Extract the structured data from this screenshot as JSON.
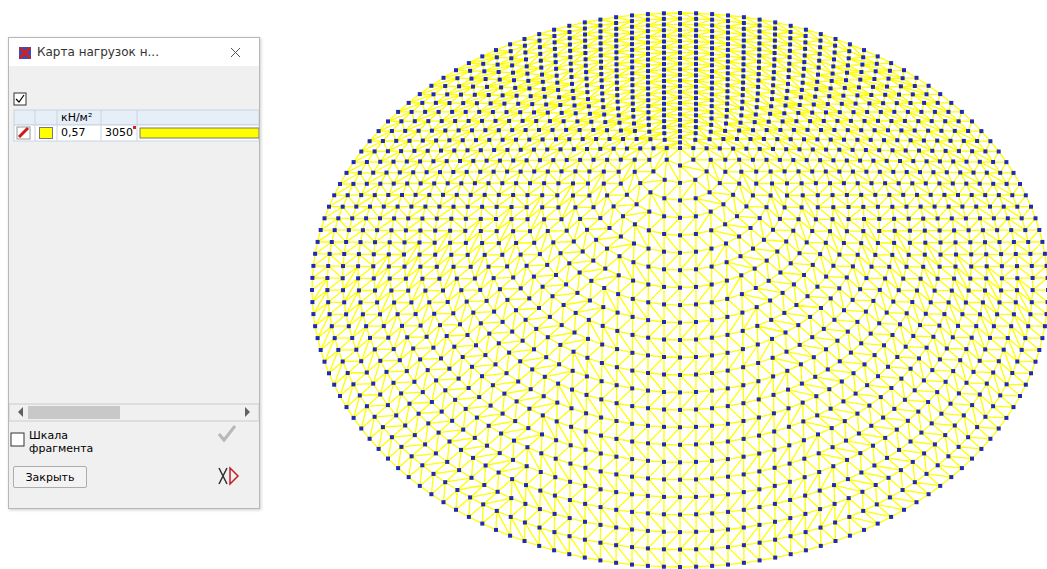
{
  "diagram": {
    "nodes": [
      {
        "text": [
          "Карта нагрузок н..."
        ]
      },
      {
        "text": [
          "Закрыть"
        ],
        "in": 0
      }
    ],
    "labels": [
      "кН/м²",
      "3050",
      "Шкала фрагмента"
    ],
    "legend": [
      {
        "text": "0,57",
        "color": "#ffff00"
      }
    ]
  }
}
